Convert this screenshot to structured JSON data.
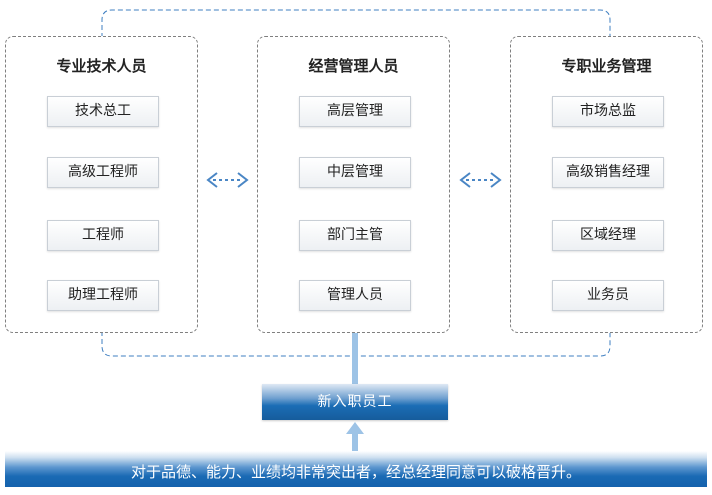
{
  "columns": [
    {
      "title": "专业技术人员",
      "levels": [
        "技术总工",
        "高级工程师",
        "工程师",
        "助理工程师"
      ]
    },
    {
      "title": "经营管理人员",
      "levels": [
        "高层管理",
        "中层管理",
        "部门主管",
        "管理人员"
      ]
    },
    {
      "title": "专职业务管理",
      "levels": [
        "市场总监",
        "高级销售经理",
        "区域经理",
        "业务员"
      ]
    }
  ],
  "entry": {
    "label": "新入职员工"
  },
  "footer": {
    "note": "对于品德、能力、业绩均非常突出者，经总经理同意可以破格晋升。"
  },
  "colors": {
    "arrow": "#9dc3e6",
    "exchange_arrow": "#4a86c5",
    "dashed_link": "#3f7fc1",
    "banner_blue": "#1b6db5"
  }
}
